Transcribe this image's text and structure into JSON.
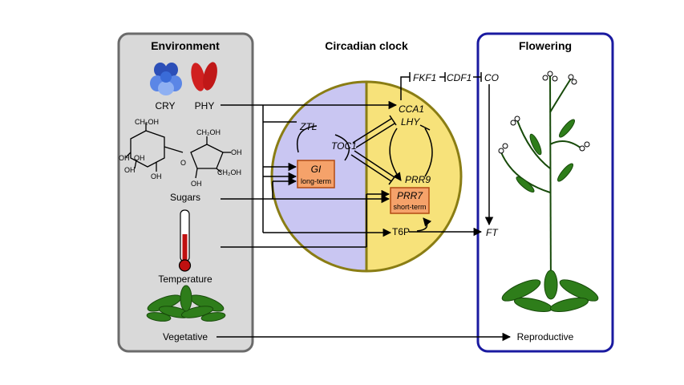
{
  "panels": {
    "environment": {
      "title": "Environment",
      "items": [
        "CRY",
        "PHY",
        "Sugars",
        "Temperature",
        "Vegetative"
      ]
    },
    "clock": {
      "title": "Circadian clock",
      "genes": [
        "ZTL",
        "TOC1",
        "CCA1",
        "LHY",
        "PRR9",
        "GI",
        "PRR7",
        "T6P"
      ],
      "gi_note": "long-term",
      "prr7_note": "short-term",
      "top_chain": [
        "FKF1",
        "CDF1",
        "CO"
      ]
    },
    "flowering": {
      "title": "Flowering",
      "items": [
        "FT",
        "Reproductive"
      ]
    }
  },
  "sugar_labels": {
    "ch2oh_a": "CH₂OH",
    "ch2oh_b": "CH₂OH",
    "ch2oh_c": "CH₂OH",
    "oh1": "OH",
    "oh2": "OH",
    "oh3": "OH",
    "oh4": "OH",
    "oh5": "OH",
    "oh6": "OH",
    "o_link": "O"
  },
  "colors": {
    "env_bg": "#d9d9d9",
    "env_border": "#6b6b6b",
    "flower_border": "#1a1aa0",
    "clock_left": "#c9c6f2",
    "clock_right": "#f7e27a",
    "clock_border": "#8a7d14",
    "box_fill": "#f5a26a",
    "box_border": "#b24a12",
    "cry": "#3a6bd8",
    "phy": "#d02020",
    "plant": "#2e7d1a",
    "thermo_red": "#c01010"
  }
}
